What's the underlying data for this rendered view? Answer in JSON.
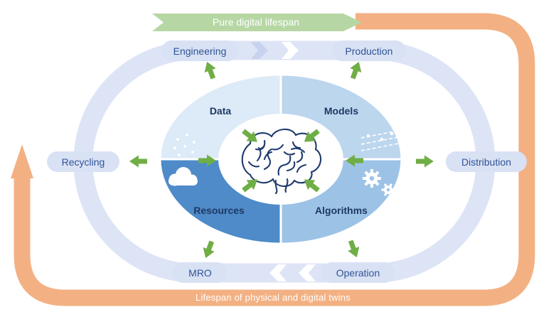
{
  "banner_top": {
    "label": "Pure digital lifespan",
    "color": "#b6d7a4"
  },
  "banner_bottom": {
    "label": "Lifespan of physical and digital twins",
    "color": "#f3b183"
  },
  "nodes": [
    {
      "id": "engineering",
      "label": "Engineering"
    },
    {
      "id": "production",
      "label": "Production"
    },
    {
      "id": "distribution",
      "label": "Distribution"
    },
    {
      "id": "operation",
      "label": "Operation"
    },
    {
      "id": "mro",
      "label": "MRO"
    },
    {
      "id": "recycling",
      "label": "Recycling"
    }
  ],
  "quadrants": [
    {
      "id": "data",
      "label": "Data",
      "color": "#ddeaf7",
      "icon": "dots-icon"
    },
    {
      "id": "models",
      "label": "Models",
      "color": "#bcd6ee",
      "icon": "score-icon"
    },
    {
      "id": "algorithms",
      "label": "Algorithms",
      "color": "#9cc3e6",
      "icon": "gears-icon"
    },
    {
      "id": "resources",
      "label": "Resources",
      "color": "#4e8bc8",
      "icon": "cloud-icon"
    }
  ],
  "center": {
    "icon": "brain-icon"
  },
  "colors": {
    "arrow_green": "#6fae46",
    "outer_ring": "#dde4f6",
    "node_pill": "#d9e1f4",
    "node_text": "#2e5597",
    "quadrant_label_text": "#1f3864",
    "brain_stroke": "#1f3b6e"
  }
}
